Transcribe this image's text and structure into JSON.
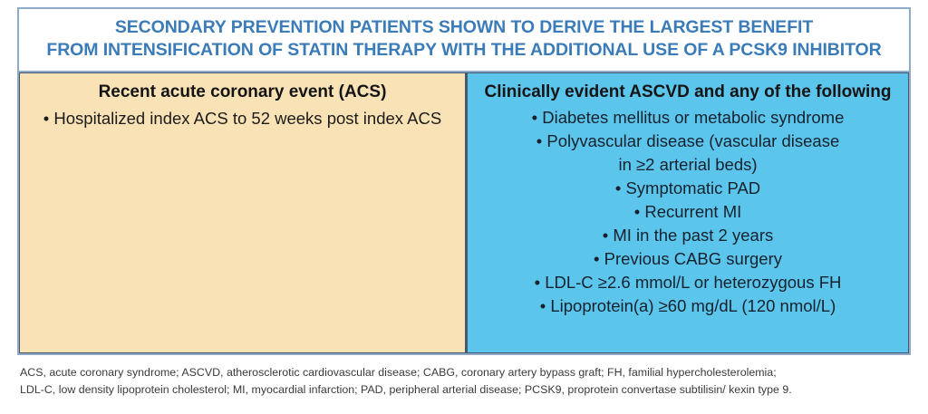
{
  "figure": {
    "title": {
      "line1": "SECONDARY PREVENTION PATIENTS SHOWN TO DERIVE THE LARGEST BENEFIT",
      "line2": "FROM INTENSIFICATION OF STATIN THERAPY WITH THE ADDITIONAL USE OF A PCSK9 INHIBITOR",
      "color": "#3b7cb8"
    },
    "columns": [
      {
        "id": "recent-acs",
        "heading": "Recent acute coronary event (ACS)",
        "background": "#f9e3b6",
        "items": [
          "• Hospitalized index ACS to 52 weeks post index ACS"
        ]
      },
      {
        "id": "clinically-evident-ascvd",
        "heading": "Clinically evident ASCVD and any of the following",
        "background": "#5cc5ec",
        "items": [
          "• Diabetes mellitus or metabolic syndrome",
          "• Polyvascular disease (vascular disease",
          "in ≥2 arterial beds)",
          "• Symptomatic PAD",
          "• Recurrent MI",
          "• MI in the past 2 years",
          "• Previous CABG surgery",
          "• LDL-C ≥2.6 mmol/L or heterozygous FH",
          "• Lipoprotein(a) ≥60 mg/dL (120 nmol/L)"
        ]
      }
    ],
    "footnote": {
      "line1": "ACS, acute coronary syndrome; ASCVD, atherosclerotic cardiovascular disease; CABG, coronary artery bypass graft; FH, familial hypercholesterolemia;",
      "line2": "LDL-C, low density lipoprotein cholesterol; MI, myocardial infarction; PAD, peripheral arterial disease; PCSK9, proprotein convertase subtilisin/ kexin type 9."
    }
  }
}
